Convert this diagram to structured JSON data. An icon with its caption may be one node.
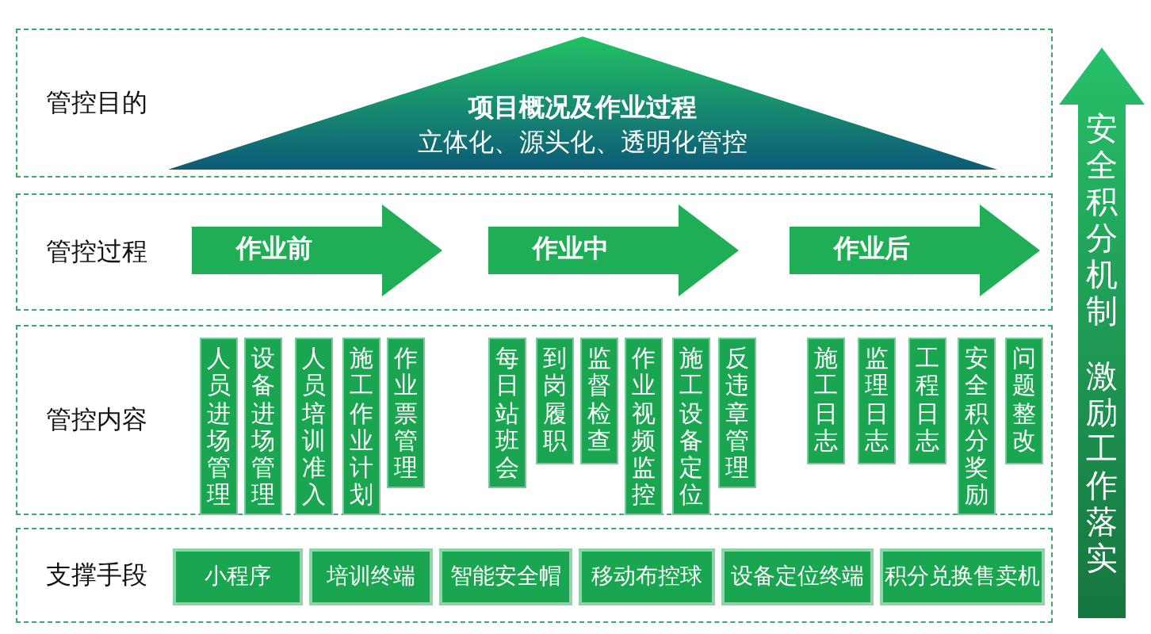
{
  "diagram": {
    "nodes": [
      {
        "text": [
          "管控目的"
        ]
      },
      {
        "text": [
          "项目概况及作业过程",
          "立体化、源头化、透明化管控"
        ],
        "in": 0
      },
      {
        "text": [
          "管控过程"
        ]
      },
      {
        "text": [
          "作业前"
        ],
        "in": 2
      },
      {
        "text": [
          "作业中"
        ],
        "in": 2
      },
      {
        "text": [
          "作业后"
        ],
        "in": 2
      },
      {
        "text": [
          "管控内容"
        ]
      },
      {
        "text": [
          "人员进场管理"
        ],
        "in": 6
      },
      {
        "text": [
          "设备进场管理"
        ],
        "in": 6
      },
      {
        "text": [
          "人员培训准入"
        ],
        "in": 6
      },
      {
        "text": [
          "施工作业计划"
        ],
        "in": 6
      },
      {
        "text": [
          "作业票管理"
        ],
        "in": 6
      },
      {
        "text": [
          "每日站班会"
        ],
        "in": 6
      },
      {
        "text": [
          "到岗履职"
        ],
        "in": 6
      },
      {
        "text": [
          "监督检查"
        ],
        "in": 6
      },
      {
        "text": [
          "作业视频监控"
        ],
        "in": 6
      },
      {
        "text": [
          "施工设备定位"
        ],
        "in": 6
      },
      {
        "text": [
          "反违章管理"
        ],
        "in": 6
      },
      {
        "text": [
          "施工日志"
        ],
        "in": 6
      },
      {
        "text": [
          "监理日志"
        ],
        "in": 6
      },
      {
        "text": [
          "工程日志"
        ],
        "in": 6
      },
      {
        "text": [
          "安全积分奖励"
        ],
        "in": 6
      },
      {
        "text": [
          "问题整改"
        ],
        "in": 6
      },
      {
        "text": [
          "支撑手段"
        ]
      },
      {
        "text": [
          "小程序"
        ],
        "in": 23
      },
      {
        "text": [
          "培训终端"
        ],
        "in": 23
      },
      {
        "text": [
          "智能安全帽"
        ],
        "in": 23
      },
      {
        "text": [
          "移动布控球"
        ],
        "in": 23
      },
      {
        "text": [
          "设备定位终端"
        ],
        "in": 23
      },
      {
        "text": [
          "积分兑换售卖机"
        ],
        "in": 23
      },
      {
        "text": [
          "安全积分机制",
          "激励工作落实"
        ]
      }
    ]
  }
}
